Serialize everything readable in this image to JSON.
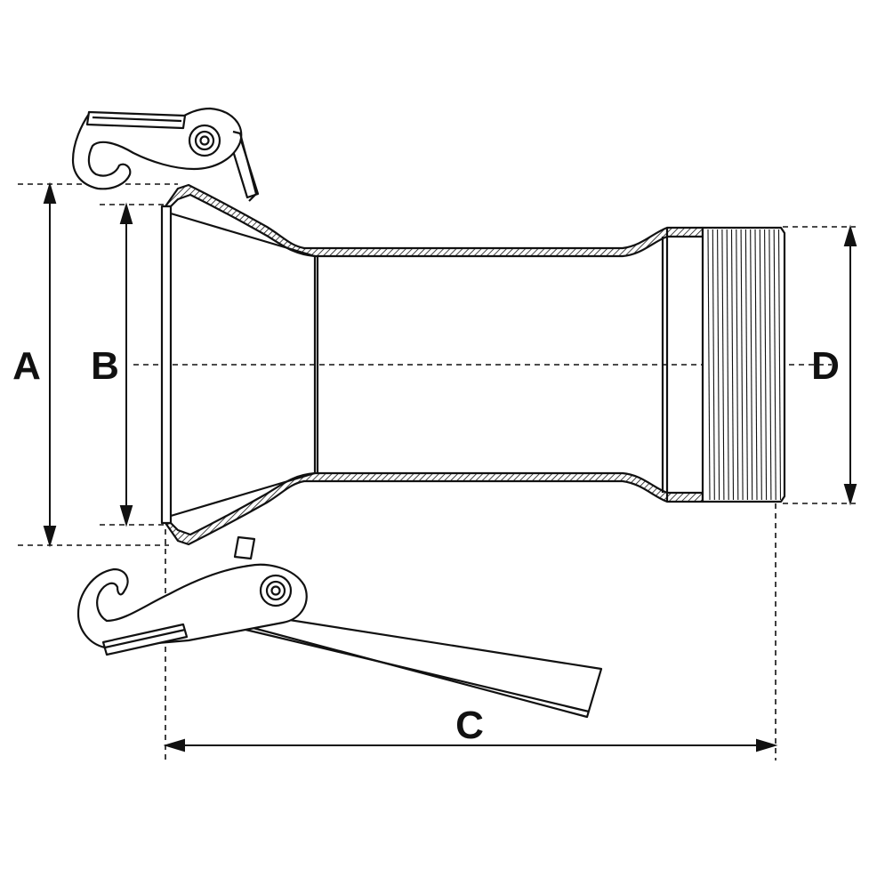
{
  "dimension_labels": {
    "a": "A",
    "b": "B",
    "c": "C",
    "d": "D"
  },
  "colors": {
    "line": "#111111",
    "background": "#ffffff"
  }
}
